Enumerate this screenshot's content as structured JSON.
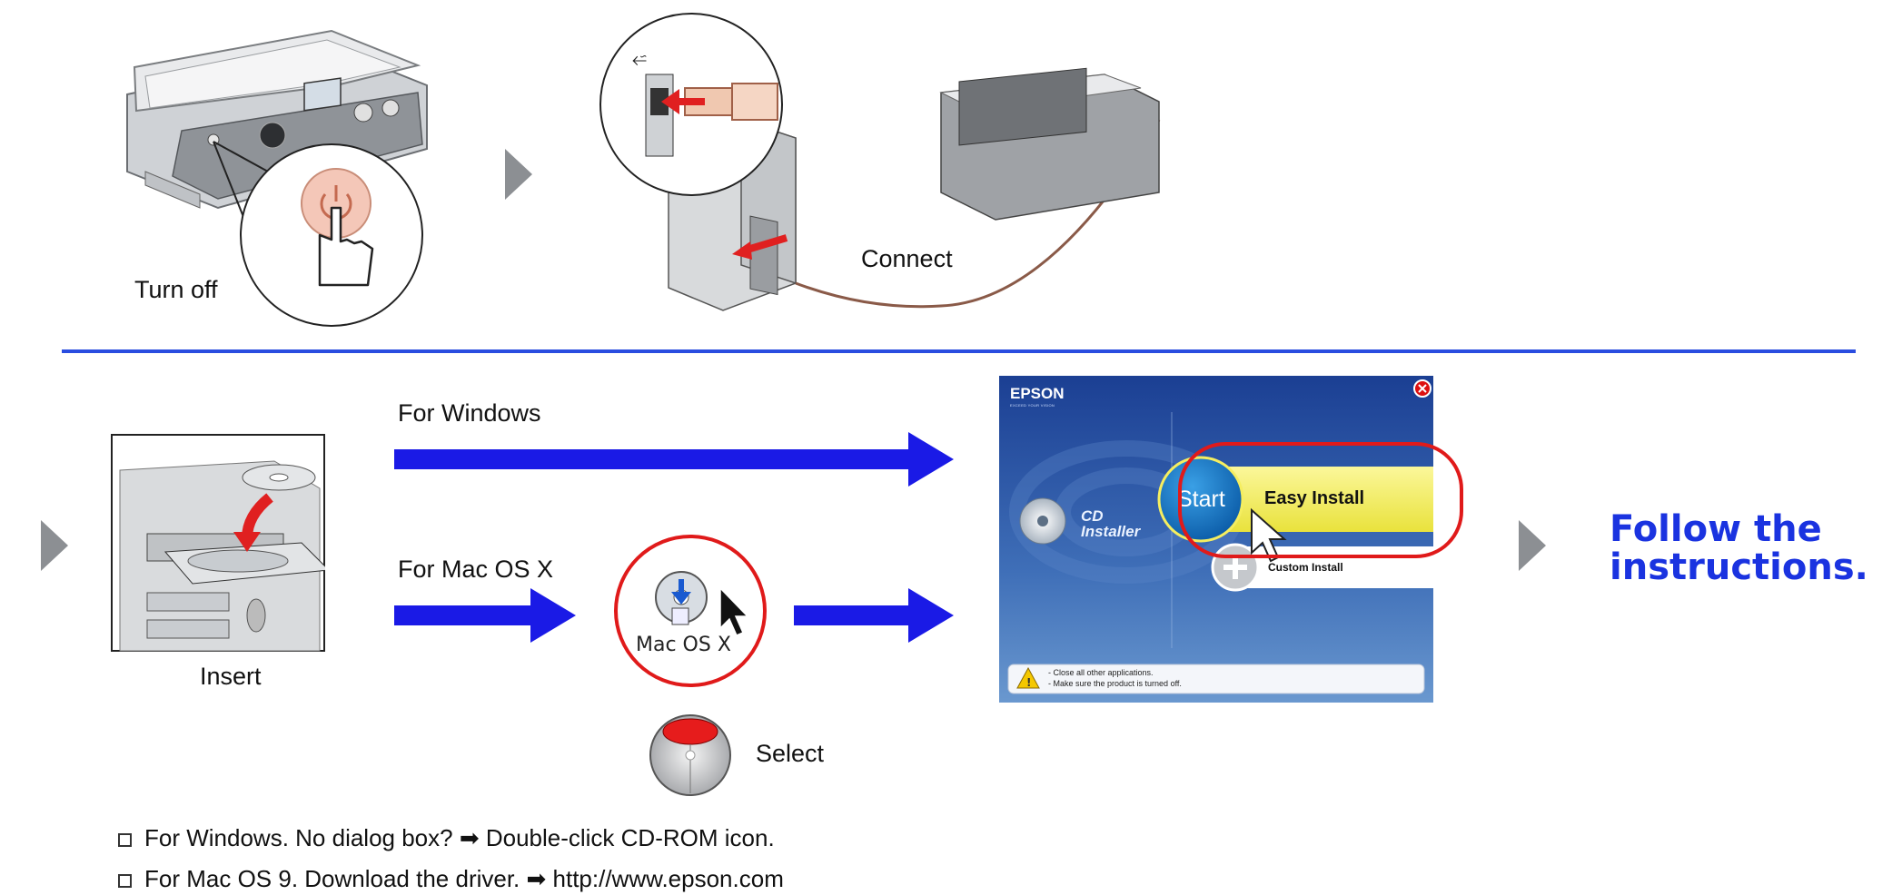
{
  "step1": {
    "turn_off": "Turn off"
  },
  "step2": {
    "connect": "Connect"
  },
  "step3": {
    "insert": "Insert",
    "for_windows": "For Windows",
    "for_mac": "For Mac OS X",
    "mac_icon_label": "Mac OS X",
    "select": "Select"
  },
  "dialog": {
    "brand": "EPSON",
    "tagline": "EXCEED YOUR VISION",
    "cd_installer_line1": "CD",
    "cd_installer_line2": "Installer",
    "start": "Start",
    "easy_install": "Easy Install",
    "custom_install": "Custom Install",
    "warn_line1": "- Close all other applications.",
    "warn_line2": "- Make sure the product is turned off."
  },
  "follow": {
    "line1": "Follow the",
    "line2": "instructions."
  },
  "notes": [
    {
      "text": "For Windows. No dialog box? ➡ Double-click CD-ROM icon."
    },
    {
      "text": "For Mac OS 9. Download the driver. ➡ http://www.epson.com"
    }
  ],
  "colors": {
    "accent_blue": "#1a1ae6",
    "divider_blue": "#2a4de0",
    "highlight_red": "#e01a1a",
    "follow_blue": "#1a33e0"
  }
}
